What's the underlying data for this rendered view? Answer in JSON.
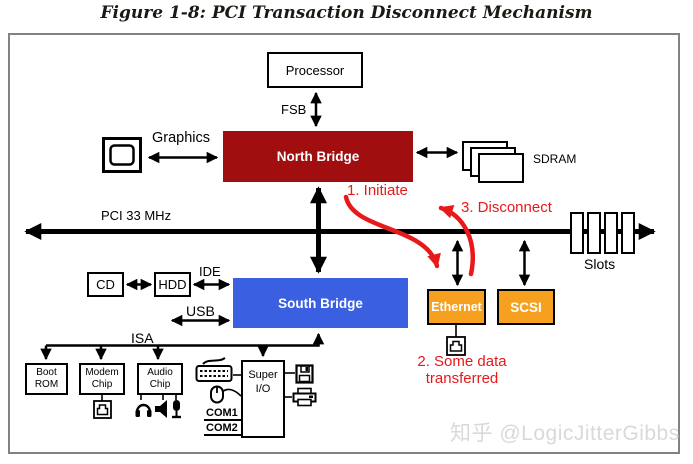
{
  "title": "Figure 1-8: PCI Transaction Disconnect Mechanism",
  "watermark": "知乎 @LogicJitterGibbs",
  "colors": {
    "north_bridge": "#A00E10",
    "south_bridge": "#3A5FE0",
    "peripheral_orange": "#F5A01E",
    "annotation_red": "#E8191B",
    "watermark_gray": "#d9d9d9",
    "border_gray": "#828282"
  },
  "boxes": {
    "processor": "Processor",
    "north_bridge": "North Bridge",
    "south_bridge": "South Bridge",
    "cd": "CD",
    "hdd": "HDD",
    "boot_rom": "Boot ROM",
    "modem_chip": "Modem Chip",
    "audio_chip": "Audio Chip",
    "super_io": "Super I/O",
    "ethernet": "Ethernet",
    "scsi": "SCSI"
  },
  "bus_labels": {
    "fsb": "FSB",
    "graphics": "Graphics",
    "sdram": "SDRAM",
    "pci": "PCI 33 MHz",
    "ide": "IDE",
    "usb": "USB",
    "isa": "ISA",
    "slots": "Slots",
    "com1": "COM1",
    "com2": "COM2"
  },
  "annotations": {
    "step1": "1. Initiate",
    "step2_line1": "2. Some data",
    "step2_line2": "transferred",
    "step3": "3. Disconnect"
  }
}
